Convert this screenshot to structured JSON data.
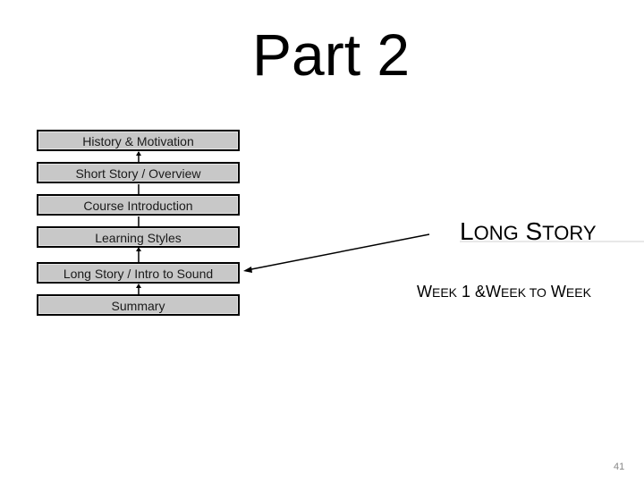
{
  "slide": {
    "title": "Part 2",
    "page_number": "41"
  },
  "diagram": {
    "boxes": [
      {
        "label": "History & Motivation"
      },
      {
        "label": "Short Story / Overview"
      },
      {
        "label": "Course Introduction"
      },
      {
        "label": "Learning Styles"
      },
      {
        "label": "Long Story / Intro to Sound"
      },
      {
        "label": "Summary"
      }
    ]
  },
  "detail": {
    "heading_cap1": "L",
    "heading_rest1": "ONG",
    "heading_cap2": " S",
    "heading_rest2": "TORY",
    "week_cap1": "W",
    "week_rest1": "EEK",
    "week_mid": " 1 &",
    "week_cap2": "W",
    "week_rest2": "EEK TO",
    "week_cap3": " W",
    "week_rest3": "EEK"
  }
}
